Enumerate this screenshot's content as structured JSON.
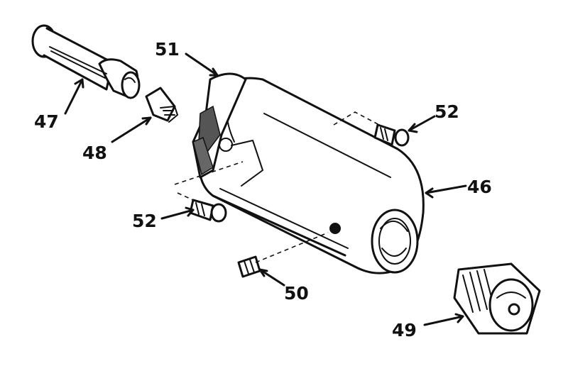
{
  "diagram": {
    "parts": [
      {
        "id": "p46",
        "label": "46"
      },
      {
        "id": "p47",
        "label": "47"
      },
      {
        "id": "p48",
        "label": "48"
      },
      {
        "id": "p49",
        "label": "49"
      },
      {
        "id": "p50",
        "label": "50"
      },
      {
        "id": "p51",
        "label": "51"
      },
      {
        "id": "p52a",
        "label": "52"
      },
      {
        "id": "p52b",
        "label": "52"
      }
    ]
  }
}
